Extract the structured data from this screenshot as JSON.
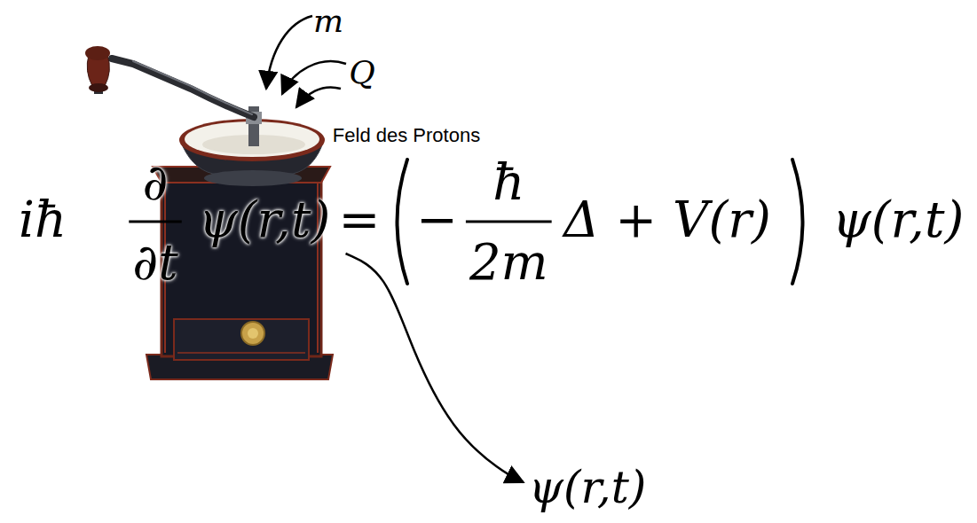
{
  "diagram": {
    "labels": [
      "m",
      "Q",
      "Feld des Protons",
      "iħ",
      "∂",
      "∂t",
      "ψ(r,t)",
      "=",
      "−",
      "ħ",
      "2m",
      "Δ + V(r)",
      "ψ(r,t)",
      "ψ(r,t)"
    ]
  }
}
